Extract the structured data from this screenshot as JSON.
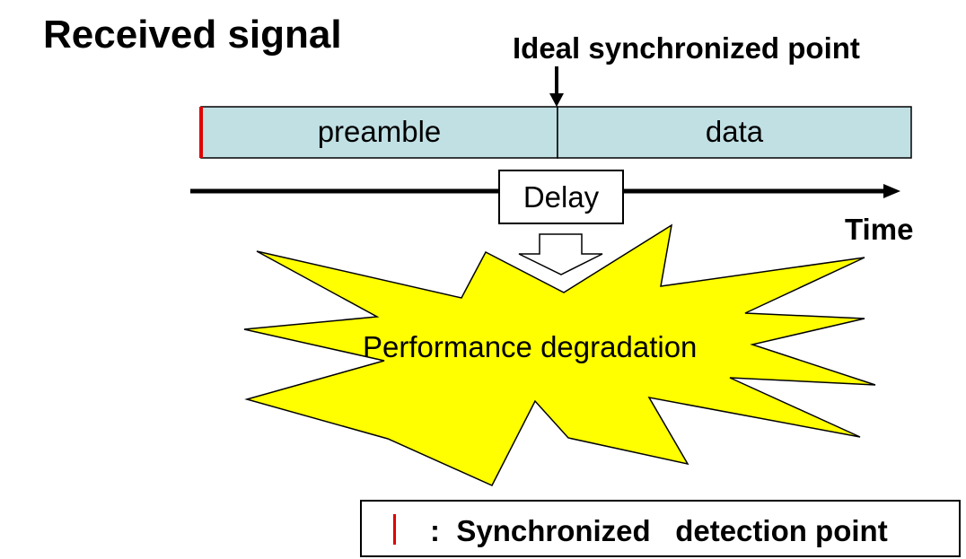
{
  "title": "Received signal",
  "ideal_point_label": "Ideal synchronized point",
  "signal": {
    "segments": [
      {
        "label": "preamble"
      },
      {
        "label": "data"
      }
    ]
  },
  "delay_label": "Delay",
  "time_label": "Time",
  "burst_label": "Performance degradation",
  "legend": {
    "text": ":  Synchronized   detection point"
  },
  "colors": {
    "signal_fill": "#c0e0e4",
    "burst_fill": "#ffff00",
    "detection_marker": "#e00000"
  },
  "icons": [
    "down-arrow-icon",
    "hollow-down-arrow-icon",
    "time-arrow-icon"
  ]
}
